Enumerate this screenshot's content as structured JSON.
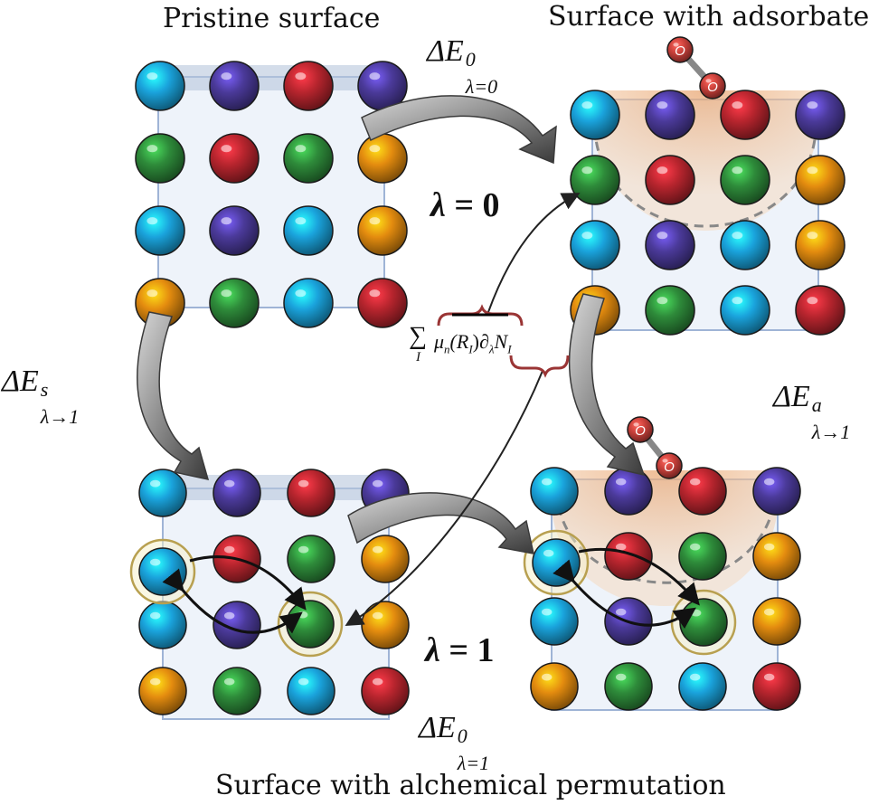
{
  "panels": {
    "pristine": {
      "title": "Pristine surface",
      "grid": [
        [
          "cyan",
          "purple",
          "red",
          "purple"
        ],
        [
          "green",
          "red",
          "green",
          "orange"
        ],
        [
          "cyan",
          "purple",
          "cyan",
          "orange"
        ],
        [
          "orange",
          "green",
          "cyan",
          "red"
        ]
      ]
    },
    "adsorbate": {
      "title": "Surface with adsorbate",
      "grid": [
        [
          "cyan",
          "purple",
          "red",
          "purple"
        ],
        [
          "green",
          "red",
          "green",
          "orange"
        ],
        [
          "cyan",
          "purple",
          "cyan",
          "orange"
        ],
        [
          "orange",
          "green",
          "cyan",
          "red"
        ]
      ]
    },
    "permutation": {
      "title": "Surface with alchemical permutation",
      "grid": [
        [
          "cyan",
          "purple",
          "red",
          "purple"
        ],
        [
          "cyan",
          "red",
          "green",
          "orange"
        ],
        [
          "cyan",
          "purple",
          "green",
          "orange"
        ],
        [
          "orange",
          "green",
          "cyan",
          "red"
        ]
      ]
    },
    "permutation_adsorbate": {
      "grid": [
        [
          "cyan",
          "purple",
          "red",
          "purple"
        ],
        [
          "cyan",
          "red",
          "green",
          "orange"
        ],
        [
          "cyan",
          "purple",
          "green",
          "orange"
        ],
        [
          "orange",
          "green",
          "cyan",
          "red"
        ]
      ]
    }
  },
  "adsorbate_atoms": [
    "O",
    "O"
  ],
  "labels": {
    "dE_lambda0": {
      "base": "ΔE",
      "sup": "0",
      "sub": "λ=0"
    },
    "dE_surface": {
      "base": "ΔE",
      "sup": "s",
      "sub": "λ→1"
    },
    "dE_adsorbate": {
      "base": "ΔE",
      "sup": "a",
      "sub": "λ→1"
    },
    "dE_lambda1": {
      "base": "ΔE",
      "sup": "0",
      "sub": "λ=1"
    },
    "lambda0": {
      "sym": "λ",
      "rest": " = 0"
    },
    "lambda1": {
      "sym": "λ",
      "rest": " = 1"
    },
    "formula": {
      "sum": "∑",
      "sum_index": "I",
      "term1": "μ",
      "term1_sub": "n",
      "term1_arg": "(R",
      "term1_arg_sub": "I",
      "term1_close": ")",
      "term2": "∂",
      "term2_sub": "λ",
      "term3": "N",
      "term3_sub": "I"
    }
  },
  "colors": {
    "cyan": "#1aa3dc",
    "purple": "#4b3a9a",
    "red": "#b8252e",
    "green": "#2e8b3a",
    "orange": "#e48c0f",
    "oxygen": "#c9403a",
    "grid_fill": "#eef3fa",
    "grid_stroke": "#9fb4d6",
    "arrow": "#4a4a4a",
    "highlight": "#f5f0c8",
    "highlight_stroke": "#b8a050",
    "brace": "#9a3535"
  }
}
